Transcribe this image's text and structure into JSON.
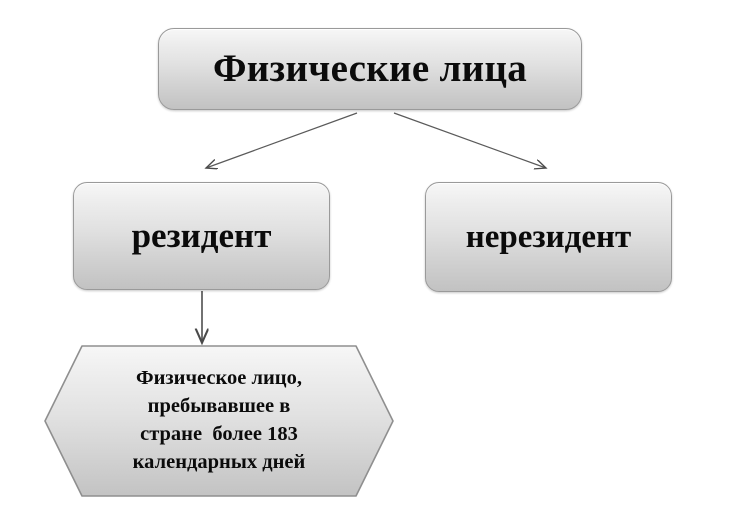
{
  "diagram": {
    "background_color": "#ffffff",
    "node_fill_top": "#f7f7f7",
    "node_fill_bottom": "#c2c2c2",
    "node_border_color": "#9a9a9a",
    "text_color": "#0b0b0b",
    "connector_color": "#555555",
    "nodes": {
      "root": {
        "label": "Физические лица",
        "shape": "rounded-rectangle"
      },
      "resident": {
        "label": "резидент",
        "shape": "rounded-rectangle"
      },
      "nonresident": {
        "label": "нерезидент",
        "shape": "rounded-rectangle"
      },
      "definition": {
        "shape": "hexagon",
        "lines": [
          "Физическое лицо,",
          "пребывавшее в",
          "стране  более 183",
          "календарных дней"
        ]
      }
    },
    "connectors": [
      {
        "name": "root-to-resident",
        "from": "root",
        "to": "resident",
        "style": "arrow"
      },
      {
        "name": "root-to-nonresident",
        "from": "root",
        "to": "nonresident",
        "style": "arrow"
      },
      {
        "name": "resident-to-definition",
        "from": "resident",
        "to": "definition",
        "style": "arrow"
      }
    ]
  }
}
